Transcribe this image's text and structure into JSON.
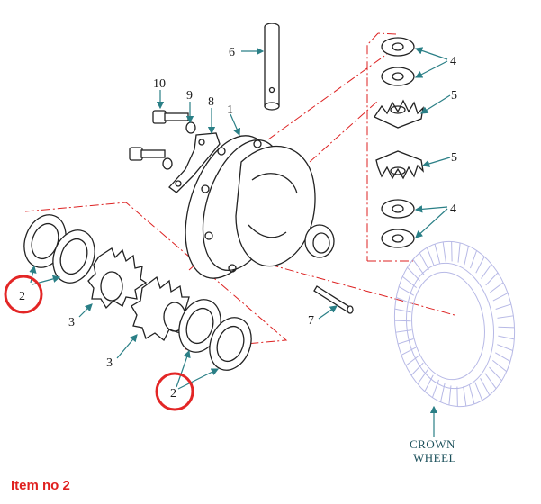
{
  "callouts": {
    "n1": "1",
    "n2a": "2",
    "n2b": "2",
    "n3a": "3",
    "n3b": "3",
    "n4a": "4",
    "n4b": "4",
    "n5a": "5",
    "n5b": "5",
    "n6": "6",
    "n7": "7",
    "n8": "8",
    "n9": "9",
    "n10": "10"
  },
  "crown_wheel": {
    "line1": "CROWN",
    "line2": "WHEEL"
  },
  "caption": "Item no 2",
  "colors": {
    "leader": "#2a7f86",
    "highlight": "#e32626",
    "center_line": "#d22222",
    "crown_wheel": "#b7b9e6",
    "caption": "#e0201f"
  }
}
